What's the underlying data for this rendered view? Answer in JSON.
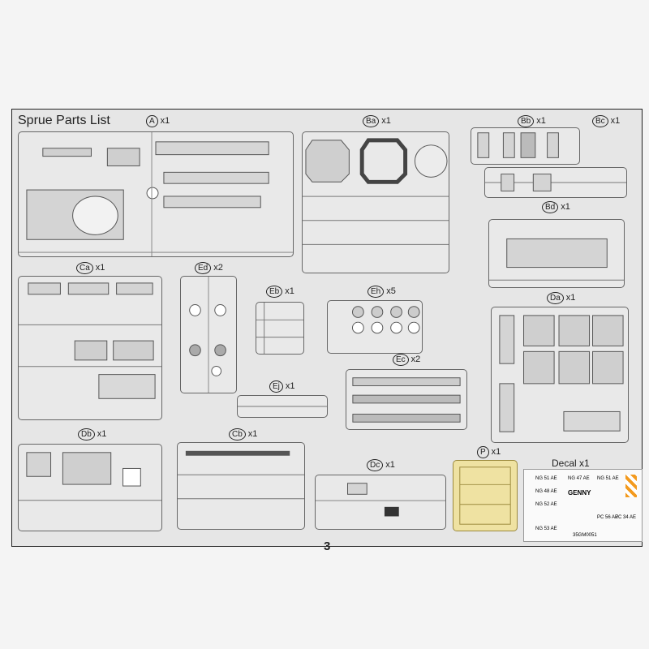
{
  "title": "Sprue Parts List",
  "page_number": "3",
  "sprues": [
    {
      "id": "A",
      "count": "x1"
    },
    {
      "id": "Ba",
      "count": "x1"
    },
    {
      "id": "Bb",
      "count": "x1"
    },
    {
      "id": "Bc",
      "count": "x1"
    },
    {
      "id": "Bd",
      "count": "x1"
    },
    {
      "id": "Ca",
      "count": "x1"
    },
    {
      "id": "Ed",
      "count": "x2"
    },
    {
      "id": "Eb",
      "count": "x1"
    },
    {
      "id": "Eh",
      "count": "x5"
    },
    {
      "id": "Da",
      "count": "x1"
    },
    {
      "id": "Ec",
      "count": "x2"
    },
    {
      "id": "Ej",
      "count": "x1"
    },
    {
      "id": "Db",
      "count": "x1"
    },
    {
      "id": "Cb",
      "count": "x1"
    },
    {
      "id": "Dc",
      "count": "x1"
    },
    {
      "id": "P",
      "count": "x1"
    }
  ],
  "decal": {
    "label": "Decal",
    "count": "x1",
    "name": "GENNY",
    "codes": [
      "NG 51 AE",
      "NG 47 AE",
      "NG 51 AE",
      "NG 48 AE",
      "NG 52 AE",
      "PC 56 AE",
      "PC 34 AE",
      "NG 53 AE"
    ],
    "sheet_id": "35GM0051"
  }
}
